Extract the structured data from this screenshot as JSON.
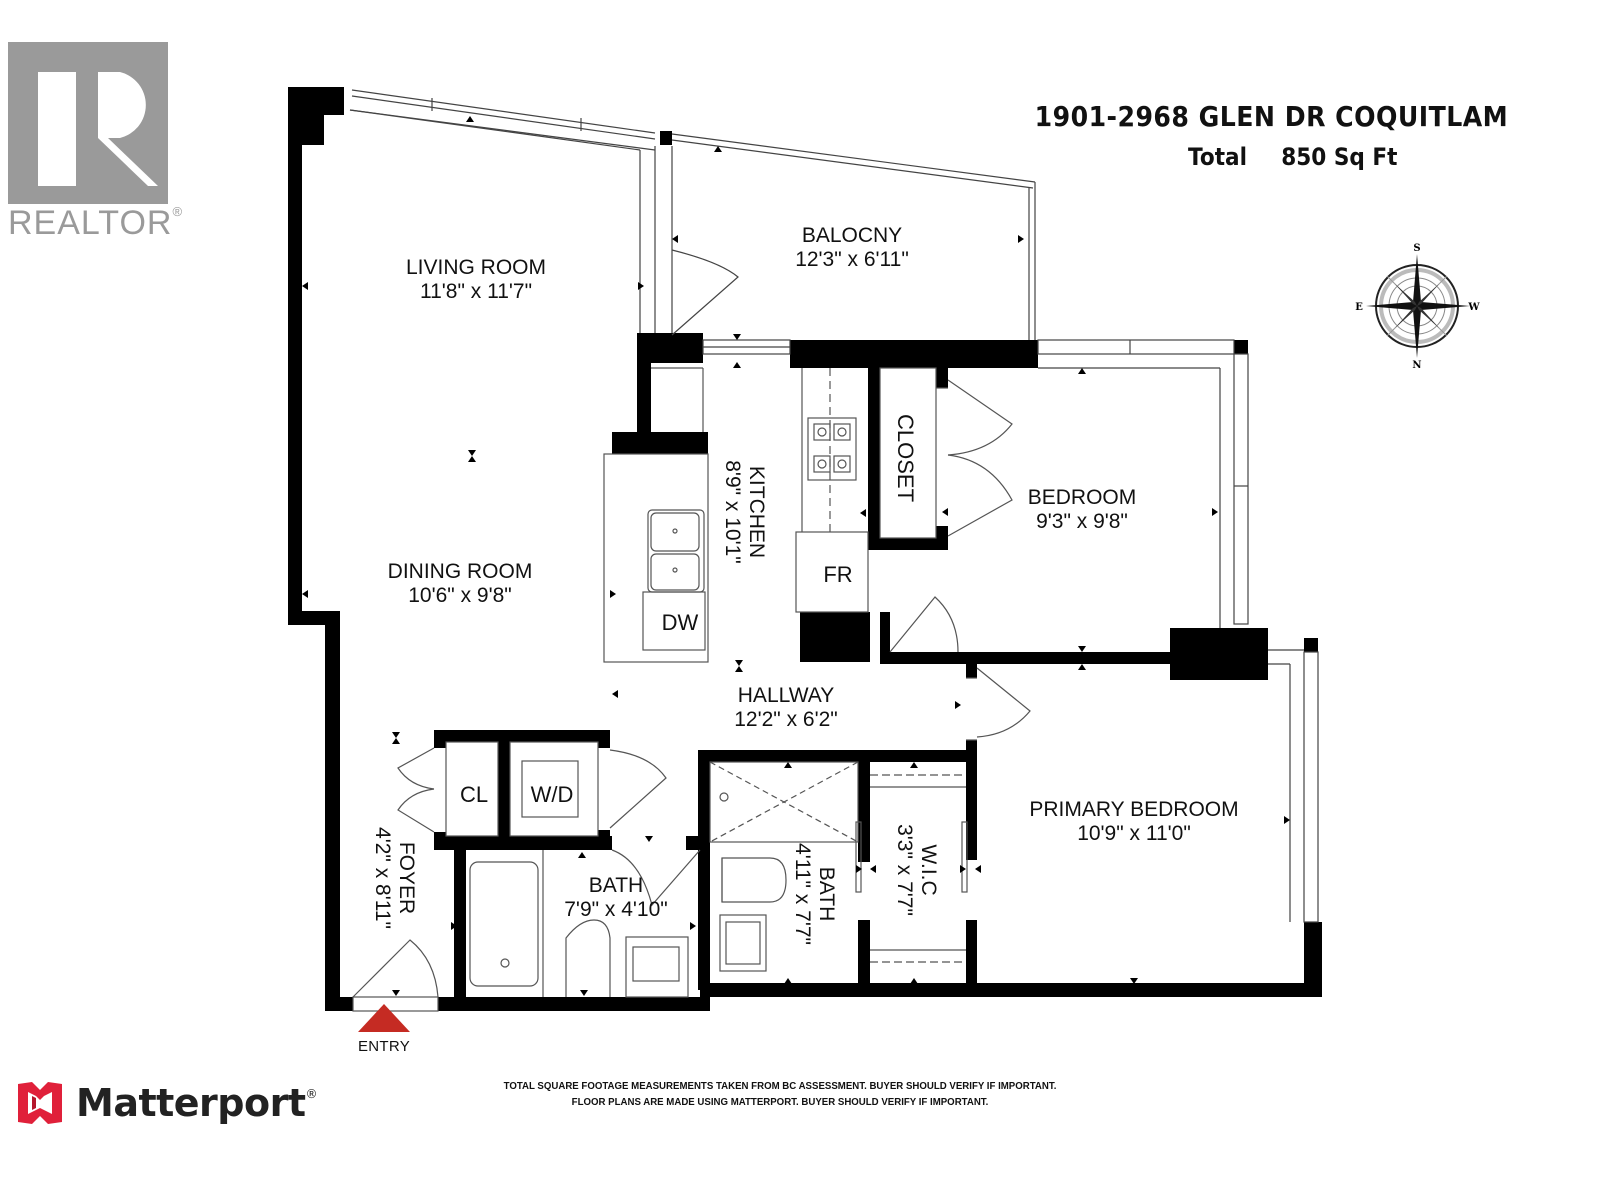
{
  "header": {
    "address": "1901-2968 GLEN DR COQUITLAM",
    "total_label": "Total",
    "total_area": "850 Sq Ft"
  },
  "branding": {
    "realtor_text": "REALTOR",
    "realtor_reg": "®",
    "matterport_text": "Matterport",
    "matterport_reg": "®",
    "matterport_color": "#e0203a",
    "realtor_color": "#9a9a9a"
  },
  "compass": {
    "top": "S",
    "bottom": "N",
    "left": "E",
    "right": "W"
  },
  "rooms": {
    "living_room": {
      "name": "LIVING ROOM",
      "size": "11'8\" x 11'7\""
    },
    "balcony": {
      "name": "BALOCNY",
      "size": "12'3\" x 6'11\""
    },
    "dining_room": {
      "name": "DINING ROOM",
      "size": "10'6\" x 9'8\""
    },
    "kitchen": {
      "name": "KITCHEN",
      "size": "8'9\" x 10'1\""
    },
    "bedroom": {
      "name": "BEDROOM",
      "size": "9'3\" x 9'8\""
    },
    "hallway": {
      "name": "HALLWAY",
      "size": "12'2\" x 6'2\""
    },
    "primary_bedroom": {
      "name": "PRIMARY BEDROOM",
      "size": "10'9\" x 11'0\""
    },
    "foyer": {
      "name": "FOYER",
      "size": "4'2\" x 8'11\""
    },
    "bath_main": {
      "name": "BATH",
      "size": "7'9\" x 4'10\""
    },
    "bath_ensuite": {
      "name": "BATH",
      "size": "4'11\" x 7'7\""
    },
    "wic": {
      "name": "W.I.C",
      "size": "3'3\" x 7'7\""
    }
  },
  "fixtures": {
    "closet": "CLOSET",
    "fridge": "FR",
    "dishwasher": "DW",
    "hall_closet": "CL",
    "washer_dryer": "W/D"
  },
  "entry": {
    "label": "ENTRY",
    "arrow_color": "#c52b23"
  },
  "disclaimer": {
    "line1": "TOTAL SQUARE FOOTAGE MEASUREMENTS TAKEN FROM BC ASSESSMENT. BUYER SHOULD VERIFY IF IMPORTANT.",
    "line2": "FLOOR PLANS ARE MADE USING MATTERPORT. BUYER SHOULD VERIFY IF IMPORTANT."
  }
}
